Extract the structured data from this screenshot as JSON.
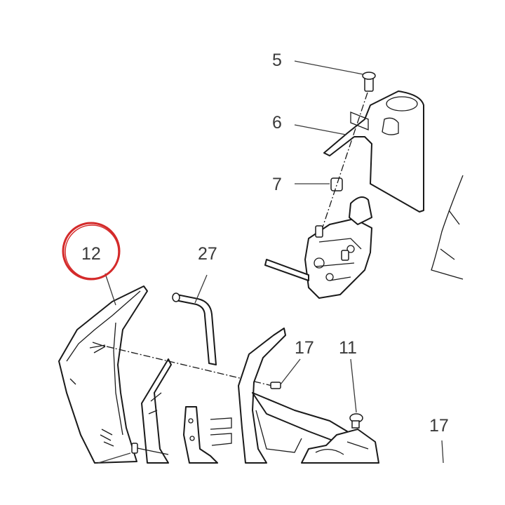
{
  "callouts": {
    "c5": "5",
    "c6": "6",
    "c7": "7",
    "c12": "12",
    "c27": "27",
    "c17a": "17",
    "c11": "11",
    "c17b": "17"
  },
  "highlight": {
    "target": "12",
    "color": "#d42a2a"
  }
}
